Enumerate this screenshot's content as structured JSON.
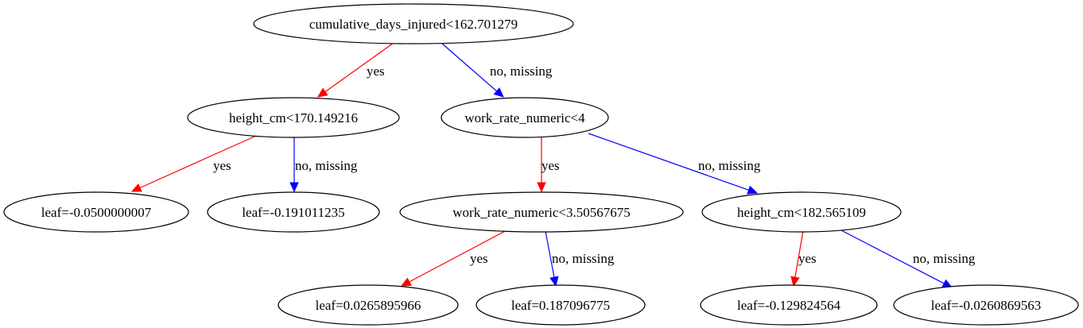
{
  "colors": {
    "yes": "#ff0000",
    "no": "#0000ff",
    "node_stroke": "#000000"
  },
  "nodes": [
    {
      "id": "n0",
      "label": "cumulative_days_injured<162.701279"
    },
    {
      "id": "n1",
      "label": "height_cm<170.149216"
    },
    {
      "id": "n2",
      "label": "work_rate_numeric<4"
    },
    {
      "id": "n3",
      "label": "leaf=-0.0500000007"
    },
    {
      "id": "n4",
      "label": "leaf=-0.191011235"
    },
    {
      "id": "n5",
      "label": "work_rate_numeric<3.50567675"
    },
    {
      "id": "n6",
      "label": "height_cm<182.565109"
    },
    {
      "id": "n7",
      "label": "leaf=0.0265895966"
    },
    {
      "id": "n8",
      "label": "leaf=0.187096775"
    },
    {
      "id": "n9",
      "label": "leaf=-0.129824564"
    },
    {
      "id": "n10",
      "label": "leaf=-0.0260869563"
    }
  ],
  "edges": [
    {
      "id": "e0",
      "from": "n0",
      "to": "n1",
      "type": "yes",
      "label": "yes"
    },
    {
      "id": "e1",
      "from": "n0",
      "to": "n2",
      "type": "no",
      "label": "no, missing"
    },
    {
      "id": "e2",
      "from": "n1",
      "to": "n3",
      "type": "yes",
      "label": "yes"
    },
    {
      "id": "e3",
      "from": "n1",
      "to": "n4",
      "type": "no",
      "label": "no, missing"
    },
    {
      "id": "e4",
      "from": "n2",
      "to": "n5",
      "type": "yes",
      "label": "yes"
    },
    {
      "id": "e5",
      "from": "n2",
      "to": "n6",
      "type": "no",
      "label": "no, missing"
    },
    {
      "id": "e6",
      "from": "n5",
      "to": "n7",
      "type": "yes",
      "label": "yes"
    },
    {
      "id": "e7",
      "from": "n5",
      "to": "n8",
      "type": "no",
      "label": "no, missing"
    },
    {
      "id": "e8",
      "from": "n6",
      "to": "n9",
      "type": "yes",
      "label": "yes"
    },
    {
      "id": "e9",
      "from": "n6",
      "to": "n10",
      "type": "no",
      "label": "no, missing"
    }
  ]
}
